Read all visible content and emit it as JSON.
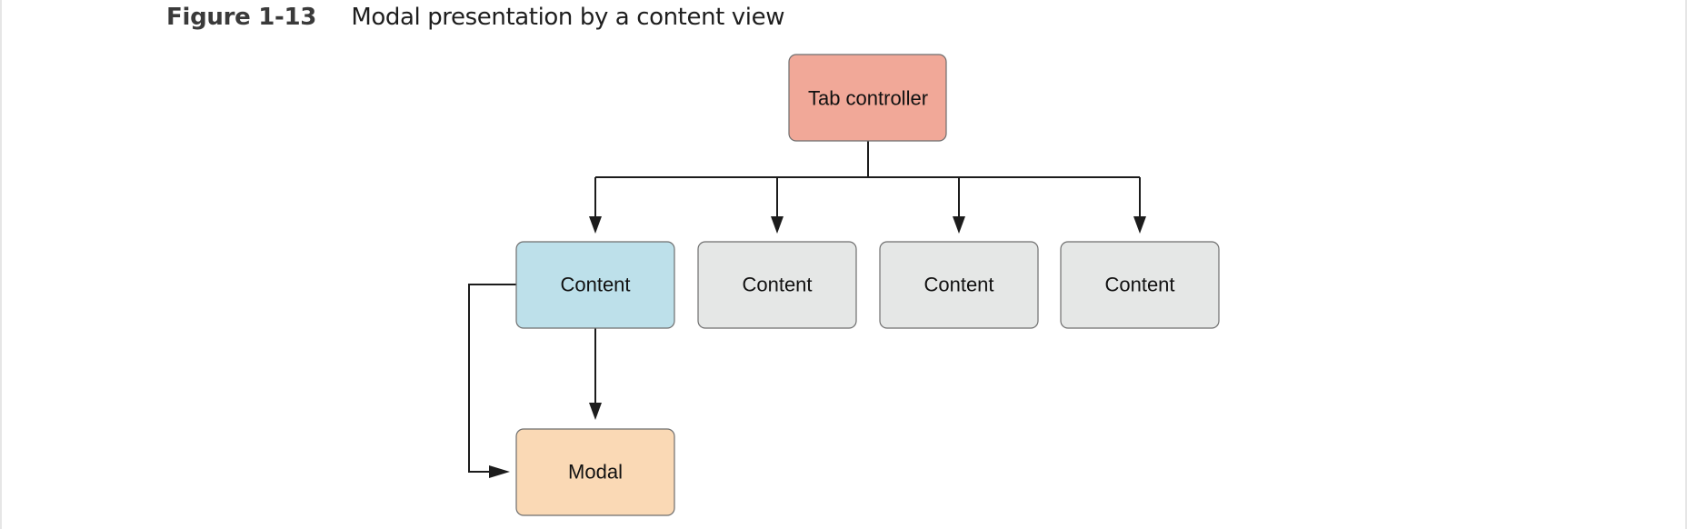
{
  "figure": {
    "label": "Figure 1-13",
    "title": "Modal presentation by a content view"
  },
  "nodes": {
    "tab_controller": {
      "label": "Tab controller",
      "color": "#f1a898"
    },
    "content_1": {
      "label": "Content",
      "color": "#bde0ea"
    },
    "content_2": {
      "label": "Content",
      "color": "#e5e7e6"
    },
    "content_3": {
      "label": "Content",
      "color": "#e5e7e6"
    },
    "content_4": {
      "label": "Content",
      "color": "#e5e7e6"
    },
    "modal": {
      "label": "Modal",
      "color": "#fad9b5"
    }
  },
  "colors": {
    "connector": "#1c1c1c",
    "box_border": "#6e6e6e"
  }
}
